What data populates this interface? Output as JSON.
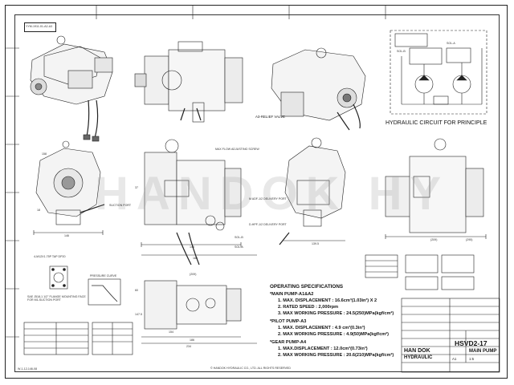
{
  "header": {
    "top_left_box": "YYM-1911-01-A2-A3"
  },
  "view_labels": {
    "relief_valve": "A3-RELIEF VALVE",
    "circuit_title": "HYDRAULIC CIRCUIT FOR PRINCIPLE",
    "sol_b": "SOL-B",
    "sol_a": "SOL-A",
    "max_flow_screw": "MAX FLOW ADJUSTING SCREW",
    "suction_port": "SUCTION PORT",
    "delivery_port_1": "M ADF-1/2 DELIVERY PORT",
    "delivery_port_2": "D-HPF-1/2 DELIVERY PORT",
    "sol_b_callout": "SOL-B",
    "sol_a_callout": "SOL-A",
    "sae_port": "4-M12X1.75P TAP DP20",
    "flange_note": "SAE J518-1 1/2\" FLANGE MOUNTING FACE FOR M1-SUCTION PORT",
    "pressure_curve": "PRESSURE CURVE"
  },
  "dimensions": [
    "146",
    "146",
    "139.5",
    "188",
    "(209)",
    "(209)",
    "(295)",
    "234",
    "186",
    "154",
    "147.5",
    "60",
    "158",
    "37",
    "18"
  ],
  "specs": {
    "heading": "OPERATING SPECIFICATIONS",
    "main_pump": {
      "title": "*MAIN PUMP-A1&A2",
      "lines": [
        "1. MAX. DISPLACEMENT : 16.6cm³(1.03in³) X 2",
        "2. RATED SPEED : 2,000rpm",
        "3. MAX WORKING PRESSURE : 24.5(250)MPa(kgf/cm²)"
      ]
    },
    "pilot_pump": {
      "title": "*PILOT PUMP-A3",
      "lines": [
        "1. MAX. DISPLACEMENT : 4.9 cm³(0.3in³)",
        "2. MAX WORKING PRESSURE : 4.9(50)MPa(kgf/cm²)"
      ]
    },
    "gear_pump": {
      "title": "*GEAR PUMP-A4",
      "lines": [
        "1. MAX.DISPLACEMENT : 12.0cm³(0.73in³)",
        "2. MAX WORKING PRESSURE : 20.6(210)MPa(kgf/cm²)"
      ]
    }
  },
  "watermark": "HANDOK HY",
  "title_block": {
    "company_line1": "HAN DOK",
    "company_line2": "HYDRAULIC",
    "drawing_no": "HSVD2-17",
    "part_name": "MAIN PUMP",
    "size": "A1",
    "scale": "1:5"
  },
  "footer": {
    "copyright": "© HANDOK HYDRAULIC CO., LTD. ALL RIGHTS RESERVED",
    "left_code": "W-1-12-146-08"
  }
}
